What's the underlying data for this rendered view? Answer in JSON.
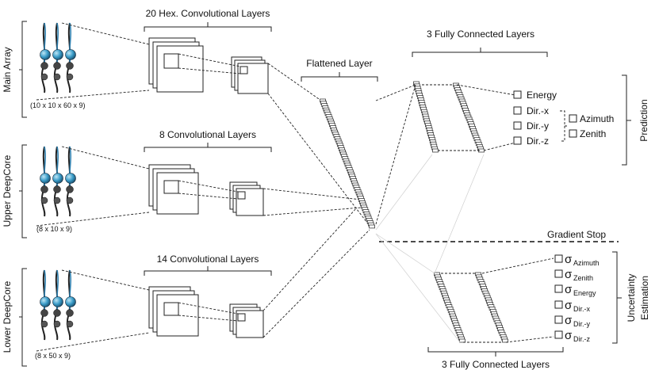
{
  "branches": [
    {
      "name": "Main Array",
      "conv_title": "20 Hex. Convolutional Layers",
      "shape": "(10 x 10 x 60 x 9)"
    },
    {
      "name": "Upper DeepCore",
      "conv_title": "8 Convolutional Layers",
      "shape": "(8 x 10 x 9)"
    },
    {
      "name": "Lower DeepCore",
      "conv_title": "14 Convolutional Layers",
      "shape": "(8 x 50 x 9)"
    }
  ],
  "flattened_label": "Flattened Layer",
  "fc_top_label": "3 Fully Connected Layers",
  "fc_bottom_label": "3 Fully Connected Layers",
  "outputs": [
    "Energy",
    "Dir.-x",
    "Dir.-y",
    "Dir.-z"
  ],
  "angles": [
    "Azimuth",
    "Zenith"
  ],
  "prediction_label": "Prediction",
  "gradient_stop_label": "Gradient Stop",
  "uncertainty_label_1": "Uncertainty",
  "uncertainty_label_2": "Estimation",
  "sigma_symbol": "σ",
  "sigmas": [
    "Azimuth",
    "Zenith",
    "Energy",
    "Dir.-x",
    "Dir.-y",
    "Dir.-z"
  ]
}
